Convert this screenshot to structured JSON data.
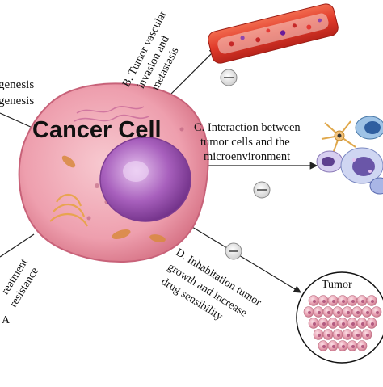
{
  "title": "Cancer Cell",
  "labels": {
    "left_top_1": "genesis",
    "left_top_2": "genesis",
    "b_1": "B. Tumor vascular",
    "b_2": "invasion and",
    "b_3": "metastasis",
    "c_1": "C. Interaction between",
    "c_2": "tumor cells and the",
    "c_3": "microenvironment",
    "d_1": "D. Inhabitation tumor",
    "d_2": "growth and increase",
    "d_3": "drug sensibility",
    "left_bottom_1": "reatment",
    "left_bottom_2": "resistance",
    "left_bottom_3": "A",
    "tumor": "Tumor"
  },
  "minus_badges": [
    {
      "name": "minus-badge-b",
      "symbol": "−"
    },
    {
      "name": "minus-badge-c",
      "symbol": "−"
    },
    {
      "name": "minus-badge-d",
      "symbol": "−"
    }
  ],
  "colors": {
    "cell_body": "#f0a9b4",
    "cell_edge": "#d97a8a",
    "nucleus": "#a562b8",
    "vessel": "#e0412f",
    "tumor_cells": "#e9a9b8"
  }
}
